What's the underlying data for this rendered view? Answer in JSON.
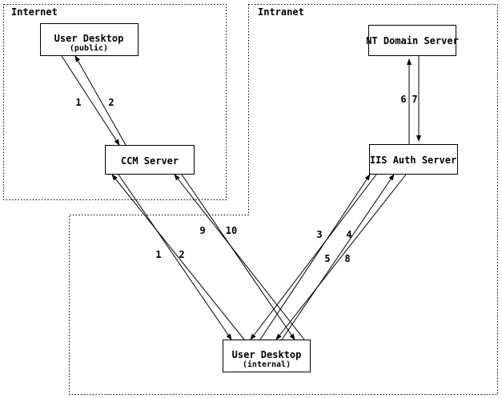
{
  "diagram": {
    "zones": {
      "internet": {
        "label": "Internet"
      },
      "intranet": {
        "label": "Intranet"
      }
    },
    "nodes": {
      "user_desktop_public": {
        "title": "User Desktop",
        "subtitle": "(public)"
      },
      "ccm_server": {
        "title": "CCM Server"
      },
      "nt_domain_server": {
        "title": "NT Domain Server"
      },
      "iis_auth_server": {
        "title": "IIS Auth Server"
      },
      "user_desktop_internal": {
        "title": "User Desktop",
        "subtitle": "(internal)"
      }
    },
    "edge_labels": {
      "step1": "1",
      "step2": "2",
      "step3": "3",
      "step4": "4",
      "step5": "5",
      "step6": "6",
      "step7": "7",
      "step8": "8",
      "step9": "9",
      "step10": "10"
    },
    "colors": {
      "ink": "#000000",
      "background": "#ffffff"
    }
  }
}
